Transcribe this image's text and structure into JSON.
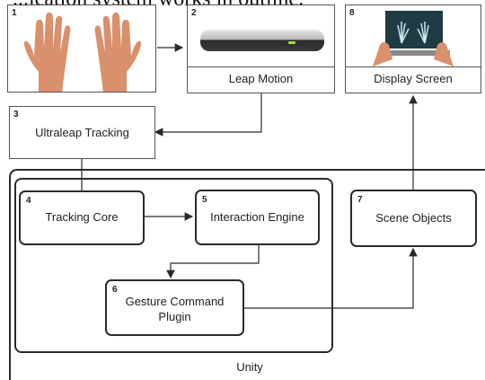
{
  "header": {
    "cut_title": "...ication system works in outline:"
  },
  "nodes": [
    {
      "num": "1",
      "label": ""
    },
    {
      "num": "2",
      "label": "Leap Motion"
    },
    {
      "num": "3",
      "label": "Ultraleap Tracking"
    },
    {
      "num": "4",
      "label": "Tracking Core"
    },
    {
      "num": "5",
      "label": "Interaction Engine"
    },
    {
      "num": "6",
      "label": "Gesture Command Plugin"
    },
    {
      "num": "7",
      "label": "Scene Objects"
    },
    {
      "num": "8",
      "label": "Display Screen"
    }
  ],
  "containers": {
    "unity_label": "Unity"
  },
  "colors": {
    "line": "#2b2b2b",
    "skin": "#d9906c",
    "device": "#3a3a3a",
    "led": "#9ee03a",
    "screen_bg": "#1f3b44"
  }
}
